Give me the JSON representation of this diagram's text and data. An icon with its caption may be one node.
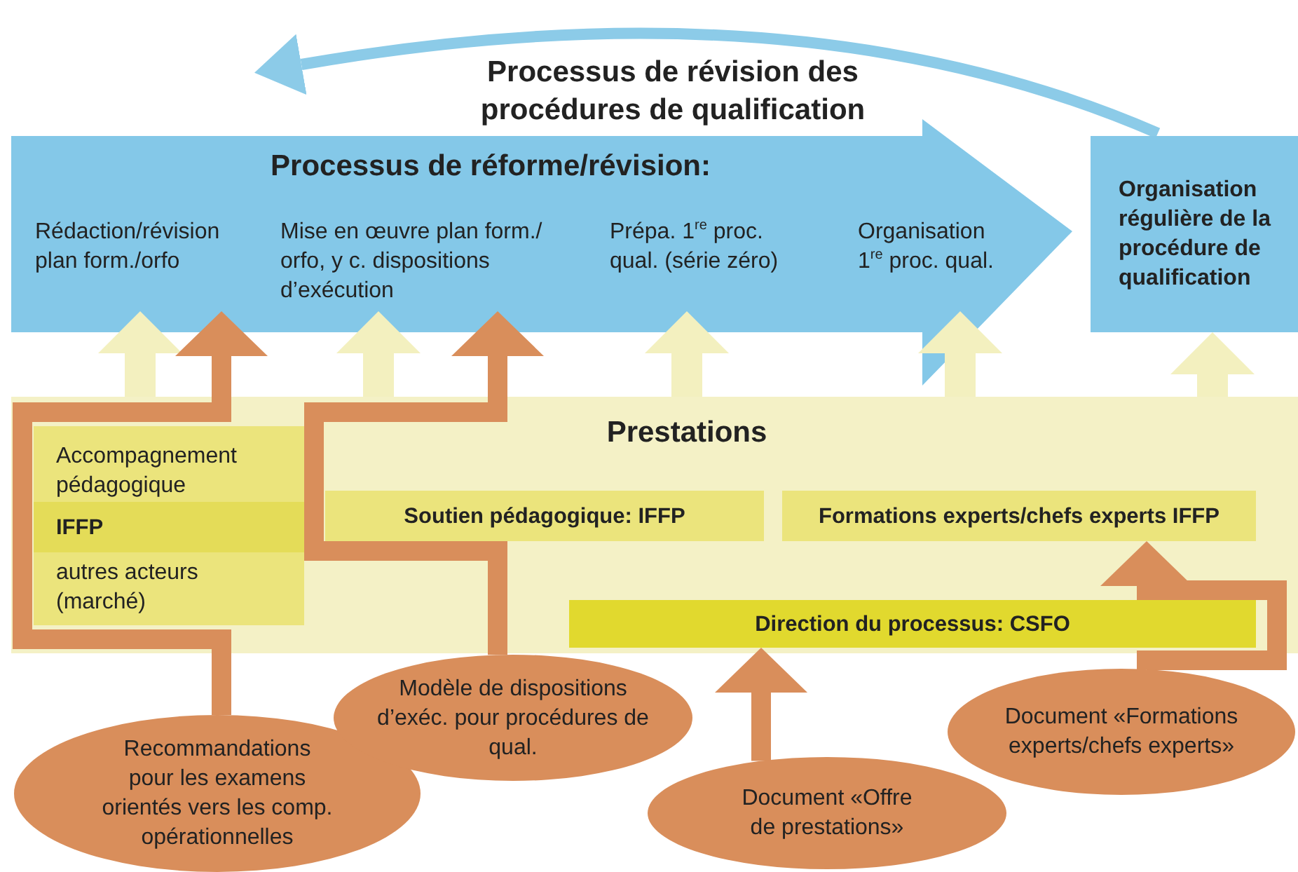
{
  "diagram": {
    "nodes": [
      {
        "text": [
          "Processus de réforme/révision:"
        ]
      },
      {
        "text": [
          "Rédaction/révision plan form./orfo"
        ],
        "in": 0
      },
      {
        "text": [
          "Mise en œuvre plan form./ orfo, y c. dispositions d’exécution"
        ],
        "in": 0
      },
      {
        "text": [
          "Prépa. 1$^{re}$ proc. qual. (série zéro)"
        ],
        "in": 0
      },
      {
        "text": [
          "Organisation 1$^{re}$ proc. qual."
        ],
        "in": 0
      },
      {
        "text": [
          "Organisation régulière de la procédure de qualification"
        ]
      },
      {
        "text": [
          "Prestations"
        ]
      },
      {
        "text": [
          "Accompagnement pédagogique",
          "autres acteurs (marché)"
        ],
        "in": 6
      },
      {
        "text": [
          "IFFP"
        ],
        "in": 7
      },
      {
        "text": [
          "Soutien pédagogique: IFFP"
        ],
        "in": 6
      },
      {
        "text": [
          "Formations experts/chefs experts IFFP"
        ],
        "in": 6
      },
      {
        "text": [
          "Direction du processus: CSFO"
        ],
        "in": 6
      },
      {
        "text": [
          "Recommandations pour les examens orientés vers les comp. opérationnelles"
        ]
      },
      {
        "text": [
          "Modèle de dispositions d’exéc. pour procédures de qual."
        ]
      },
      {
        "text": [
          "Document «Offre de prestations»"
        ]
      },
      {
        "text": [
          "Document «Formations experts/chefs experts»"
        ]
      }
    ],
    "edges": [
      {
        "from": 5,
        "to": 0,
        "arrow": "to",
        "label": "Processus de révision des procédures de qualification",
        "color": "#8ccbe8"
      },
      {
        "from": 6,
        "to": 1,
        "arrow": "to"
      },
      {
        "from": 6,
        "to": 2,
        "arrow": "to"
      },
      {
        "from": 6,
        "to": 3,
        "arrow": "to"
      },
      {
        "from": 6,
        "to": 4,
        "arrow": "to"
      },
      {
        "from": 6,
        "to": 5,
        "arrow": "to"
      },
      {
        "from": 12,
        "to": 1,
        "arrow": "to",
        "color": "#d98e5b"
      },
      {
        "from": 13,
        "to": 2,
        "arrow": "to",
        "color": "#d98e5b"
      },
      {
        "from": 14,
        "to": 11,
        "arrow": "to",
        "color": "#d98e5b"
      },
      {
        "from": 15,
        "to": 10,
        "arrow": "to",
        "color": "#d98e5b"
      }
    ]
  }
}
